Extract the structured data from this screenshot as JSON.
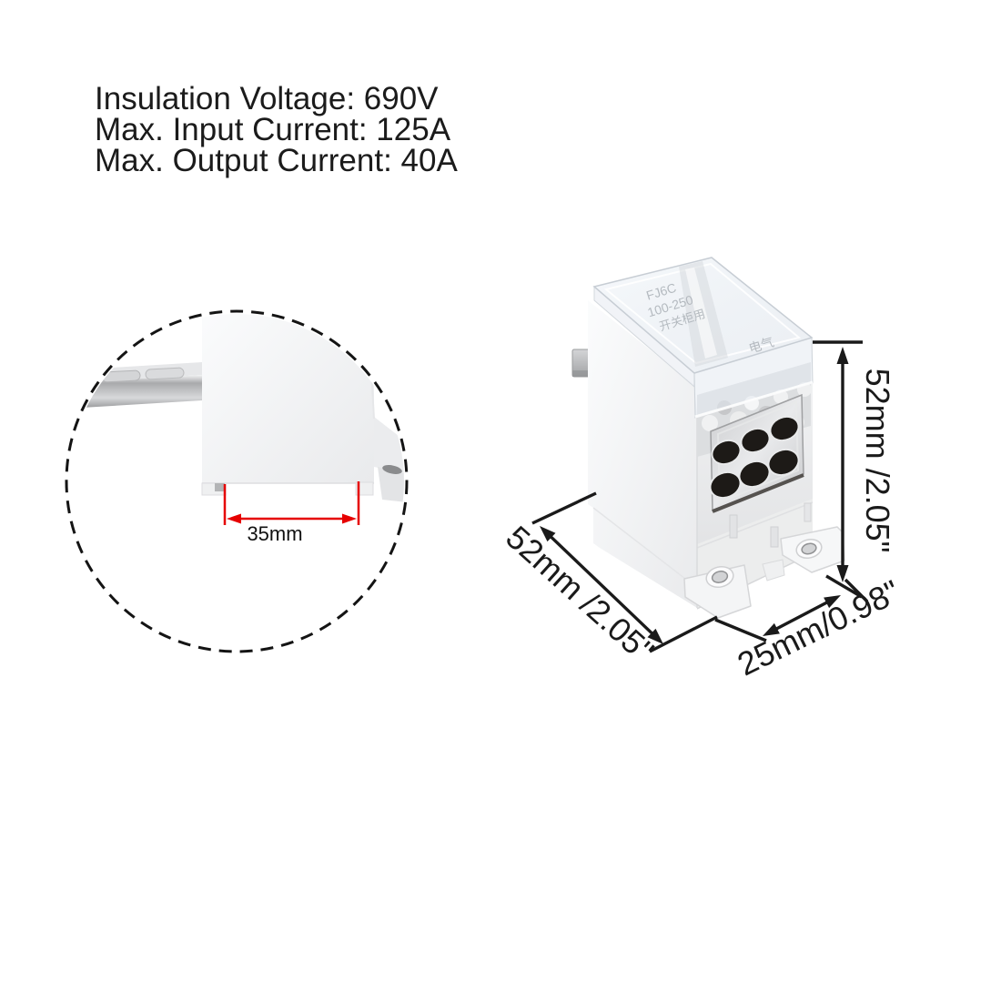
{
  "specs": {
    "insulation_voltage": "Insulation Voltage: 690V",
    "max_input_current": "Max. Input Current: 125A",
    "max_output_current": "Max. Output Current: 40A"
  },
  "detail_view": {
    "rail_slot_width_label": "35mm"
  },
  "dimension_labels": {
    "height": "52mm /2.05\"",
    "depth": "52mm /2.05\"",
    "width": "25mm/0.98\""
  },
  "cover_markings": {
    "model": "FJ6C",
    "rating": "100-250",
    "use": "开关柜用",
    "edge": "电气"
  },
  "colors": {
    "dimension_line": "#1a1a1a",
    "detail_dimension_red": "#e60000",
    "body_white": "#f5f6f7",
    "plate_silver": "#d9dadc",
    "hole_black": "#1d1a17"
  }
}
